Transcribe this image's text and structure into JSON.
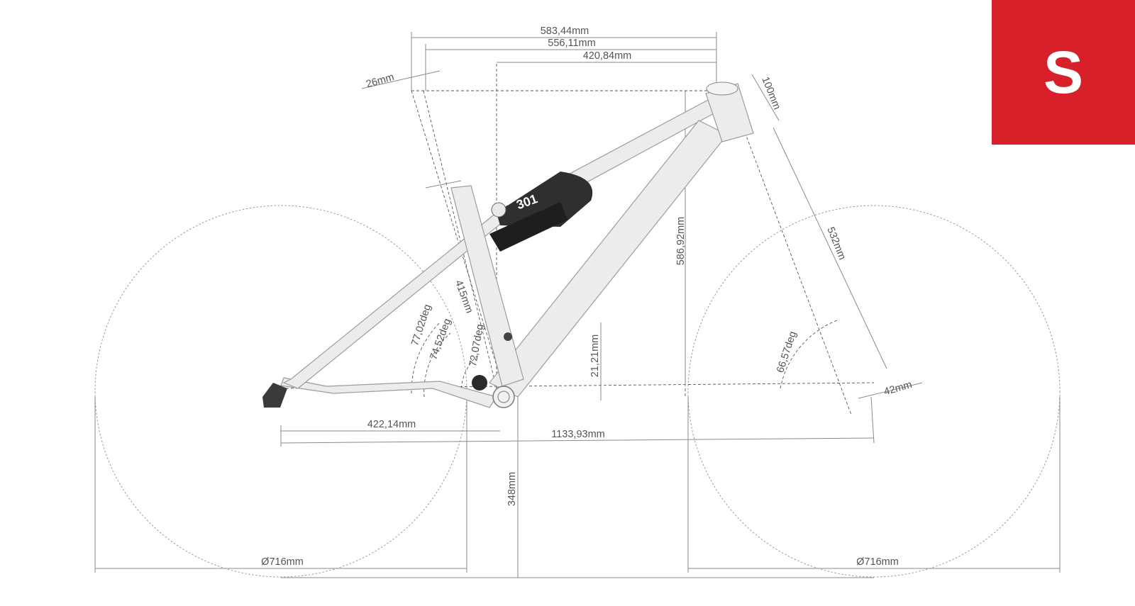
{
  "size_badge": {
    "label": "S",
    "color": "#d7202a"
  },
  "frame": {
    "logo_text": "301"
  },
  "dimensions": {
    "top_length_1": "583,44mm",
    "top_length_2": "556,11mm",
    "reach": "420,84mm",
    "headtube": "100mm",
    "offset_26": "26mm",
    "fork_length": "532mm",
    "stack": "586,92mm",
    "seat_tube": "415mm",
    "angle_77": "77,02deg",
    "angle_74": "74,52deg",
    "angle_72": "72,07deg",
    "head_angle": "66,57deg",
    "bb_drop": "21,21mm",
    "fork_offset": "42mm",
    "chainstay": "422,14mm",
    "wheelbase": "1133,93mm",
    "bb_height": "348mm",
    "rear_wheel_dia": "Ø716mm",
    "front_wheel_dia": "Ø716mm"
  }
}
